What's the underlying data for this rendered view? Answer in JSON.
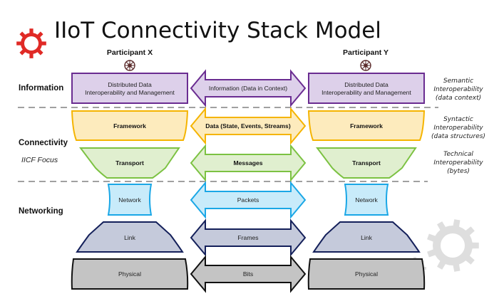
{
  "title": "IIoT Connectivity Stack Model",
  "participants": {
    "left": "Participant X",
    "right": "Participant Y"
  },
  "layer_labels": {
    "information": "Information",
    "connectivity": "Connectivity",
    "iicf_focus": "IICF Focus",
    "networking": "Networking"
  },
  "stack": {
    "information": {
      "line1": "Distributed Data",
      "line2": "Interoperability and Management"
    },
    "framework": "Framework",
    "transport": "Transport",
    "network": "Network",
    "link": "Link",
    "physical": "Physical"
  },
  "arrows": {
    "information": "Information (Data in Context)",
    "framework": "Data (State, Events, Streams)",
    "transport": "Messages",
    "network": "Packets",
    "link": "Frames",
    "physical": "Bits"
  },
  "interoperability": {
    "semantic": [
      "Semantic",
      "Interoperability",
      "(data context)"
    ],
    "syntactic": [
      "Syntactic",
      "Interoperability",
      "(data structures)"
    ],
    "technical": [
      "Technical",
      "Interoperability",
      "(bytes)"
    ]
  },
  "colors": {
    "gear_red": "#e02a26",
    "info_fill": "#ddd0ea",
    "info_stroke": "#6a2c91",
    "framework_fill": "#fdebbd",
    "framework_stroke": "#f5b400",
    "transport_fill": "#e0efcf",
    "transport_stroke": "#7cc242",
    "network_fill": "#c8ebfa",
    "network_stroke": "#1aa7e6",
    "link_fill": "#c5cadb",
    "link_stroke": "#14205a",
    "physical_fill": "#c4c4c4",
    "physical_stroke": "#111111",
    "divider": "#a0a0a0",
    "gear_gray": "#dcdcdc"
  }
}
